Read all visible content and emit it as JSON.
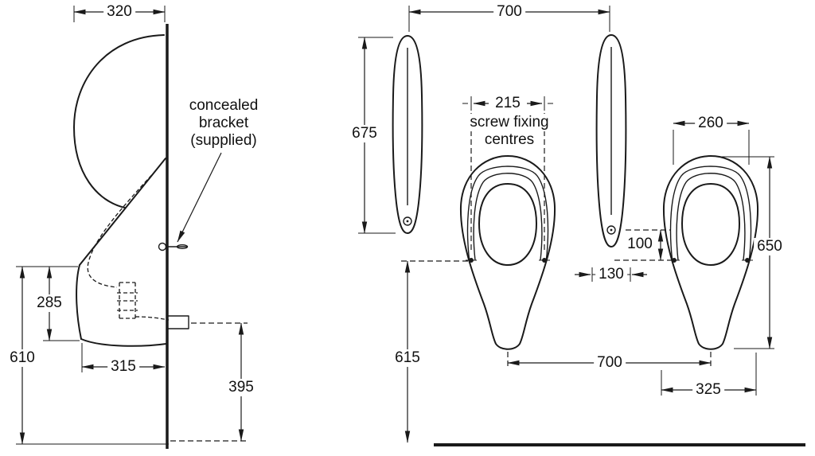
{
  "diagram": {
    "colors": {
      "line": "#1a1a1a",
      "background": "#ffffff"
    },
    "side_view": {
      "dim_320": "320",
      "dim_285": "285",
      "dim_610": "610",
      "dim_315": "315",
      "dim_395": "395",
      "note_line1": "concealed",
      "note_line2": "bracket",
      "note_line3": "(supplied)"
    },
    "front_view": {
      "dim_700_top": "700",
      "dim_675": "675",
      "dim_215": "215",
      "note_line1": "screw fixing",
      "note_line2": "centres",
      "dim_260": "260",
      "dim_100": "100",
      "dim_130": "130",
      "dim_650": "650",
      "dim_615": "615",
      "dim_700_bottom": "700",
      "dim_325": "325"
    }
  }
}
